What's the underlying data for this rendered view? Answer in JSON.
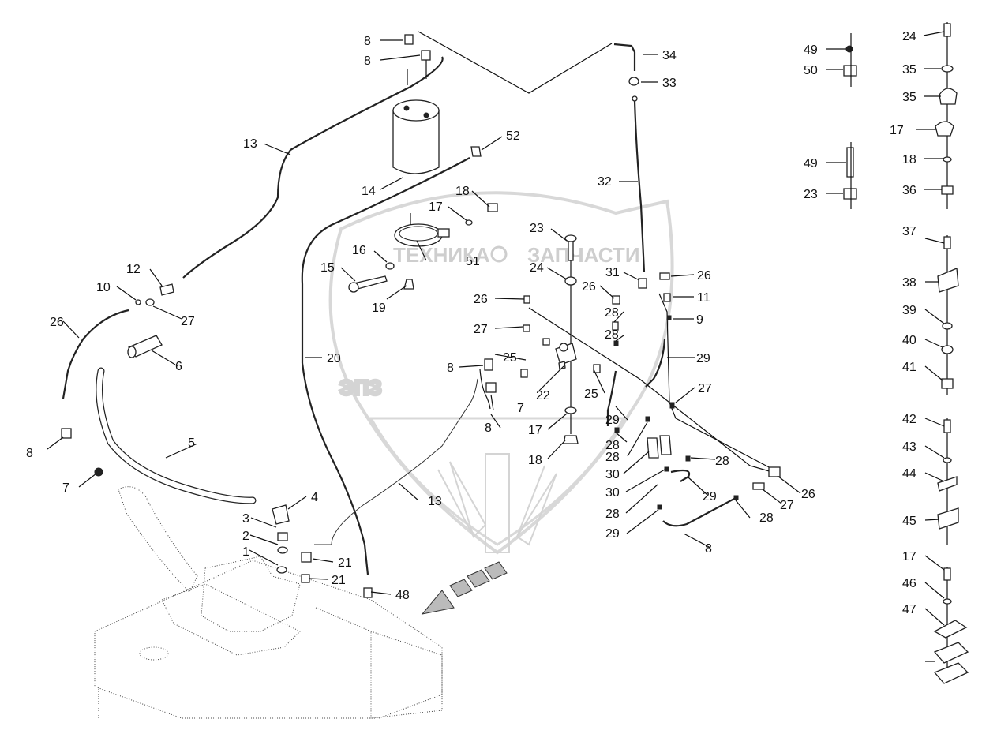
{
  "watermark": {
    "text_left": "ТЕХНИКА",
    "text_right": "ЗАПЧАСТИ",
    "logo": "ЭПЗ"
  },
  "callouts": [
    {
      "id": "c1",
      "text": "8"
    },
    {
      "id": "c2",
      "text": "8"
    },
    {
      "id": "c3",
      "text": "34"
    },
    {
      "id": "c4",
      "text": "33"
    },
    {
      "id": "c5",
      "text": "13"
    },
    {
      "id": "c6",
      "text": "52"
    },
    {
      "id": "c7",
      "text": "14"
    },
    {
      "id": "c8",
      "text": "32"
    },
    {
      "id": "c9",
      "text": "18"
    },
    {
      "id": "c10",
      "text": "17"
    },
    {
      "id": "c11",
      "text": "23"
    },
    {
      "id": "c12",
      "text": "16"
    },
    {
      "id": "c13",
      "text": "51"
    },
    {
      "id": "c14",
      "text": "15"
    },
    {
      "id": "c15",
      "text": "12"
    },
    {
      "id": "c16",
      "text": "24"
    },
    {
      "id": "c17",
      "text": "31"
    },
    {
      "id": "c18",
      "text": "26"
    },
    {
      "id": "c19",
      "text": "10"
    },
    {
      "id": "c20",
      "text": "19"
    },
    {
      "id": "c21",
      "text": "26"
    },
    {
      "id": "c22",
      "text": "26"
    },
    {
      "id": "c23",
      "text": "27"
    },
    {
      "id": "c24",
      "text": "11"
    },
    {
      "id": "c25",
      "text": "27"
    },
    {
      "id": "c26",
      "text": "28"
    },
    {
      "id": "c27",
      "text": "9"
    },
    {
      "id": "c28",
      "text": "26"
    },
    {
      "id": "c29",
      "text": "28"
    },
    {
      "id": "c30",
      "text": "25"
    },
    {
      "id": "c31",
      "text": "20"
    },
    {
      "id": "c32",
      "text": "29"
    },
    {
      "id": "c33",
      "text": "6"
    },
    {
      "id": "c34",
      "text": "8"
    },
    {
      "id": "c35",
      "text": "7"
    },
    {
      "id": "c36",
      "text": "22"
    },
    {
      "id": "c37",
      "text": "25"
    },
    {
      "id": "c38",
      "text": "27"
    },
    {
      "id": "c39",
      "text": "29"
    },
    {
      "id": "c40",
      "text": "8"
    },
    {
      "id": "c41",
      "text": "17"
    },
    {
      "id": "c42",
      "text": "28"
    },
    {
      "id": "c43",
      "text": "5"
    },
    {
      "id": "c44",
      "text": "28"
    },
    {
      "id": "c45",
      "text": "8"
    },
    {
      "id": "c46",
      "text": "18"
    },
    {
      "id": "c47",
      "text": "30"
    },
    {
      "id": "c48",
      "text": "28"
    },
    {
      "id": "c49",
      "text": "7"
    },
    {
      "id": "c50",
      "text": "30"
    },
    {
      "id": "c51",
      "text": "29"
    },
    {
      "id": "c52",
      "text": "26"
    },
    {
      "id": "c53",
      "text": "4"
    },
    {
      "id": "c54",
      "text": "13"
    },
    {
      "id": "c55",
      "text": "27"
    },
    {
      "id": "c56",
      "text": "3"
    },
    {
      "id": "c57",
      "text": "28"
    },
    {
      "id": "c58",
      "text": "28"
    },
    {
      "id": "c59",
      "text": "2"
    },
    {
      "id": "c60",
      "text": "29"
    },
    {
      "id": "c61",
      "text": "1"
    },
    {
      "id": "c62",
      "text": "8"
    },
    {
      "id": "c63",
      "text": "21"
    },
    {
      "id": "c64",
      "text": "21"
    },
    {
      "id": "c65",
      "text": "48"
    },
    {
      "id": "c66",
      "text": "49"
    },
    {
      "id": "c67",
      "text": "50"
    },
    {
      "id": "c68",
      "text": "49"
    },
    {
      "id": "c69",
      "text": "23"
    },
    {
      "id": "c70",
      "text": "24"
    },
    {
      "id": "c71",
      "text": "35"
    },
    {
      "id": "c72",
      "text": "35"
    },
    {
      "id": "c73",
      "text": "17"
    },
    {
      "id": "c74",
      "text": "18"
    },
    {
      "id": "c75",
      "text": "36"
    },
    {
      "id": "c76",
      "text": "37"
    },
    {
      "id": "c77",
      "text": "38"
    },
    {
      "id": "c78",
      "text": "39"
    },
    {
      "id": "c79",
      "text": "40"
    },
    {
      "id": "c80",
      "text": "41"
    },
    {
      "id": "c81",
      "text": "42"
    },
    {
      "id": "c82",
      "text": "43"
    },
    {
      "id": "c83",
      "text": "44"
    },
    {
      "id": "c84",
      "text": "45"
    },
    {
      "id": "c85",
      "text": "17"
    },
    {
      "id": "c86",
      "text": "46"
    },
    {
      "id": "c87",
      "text": "47"
    }
  ]
}
